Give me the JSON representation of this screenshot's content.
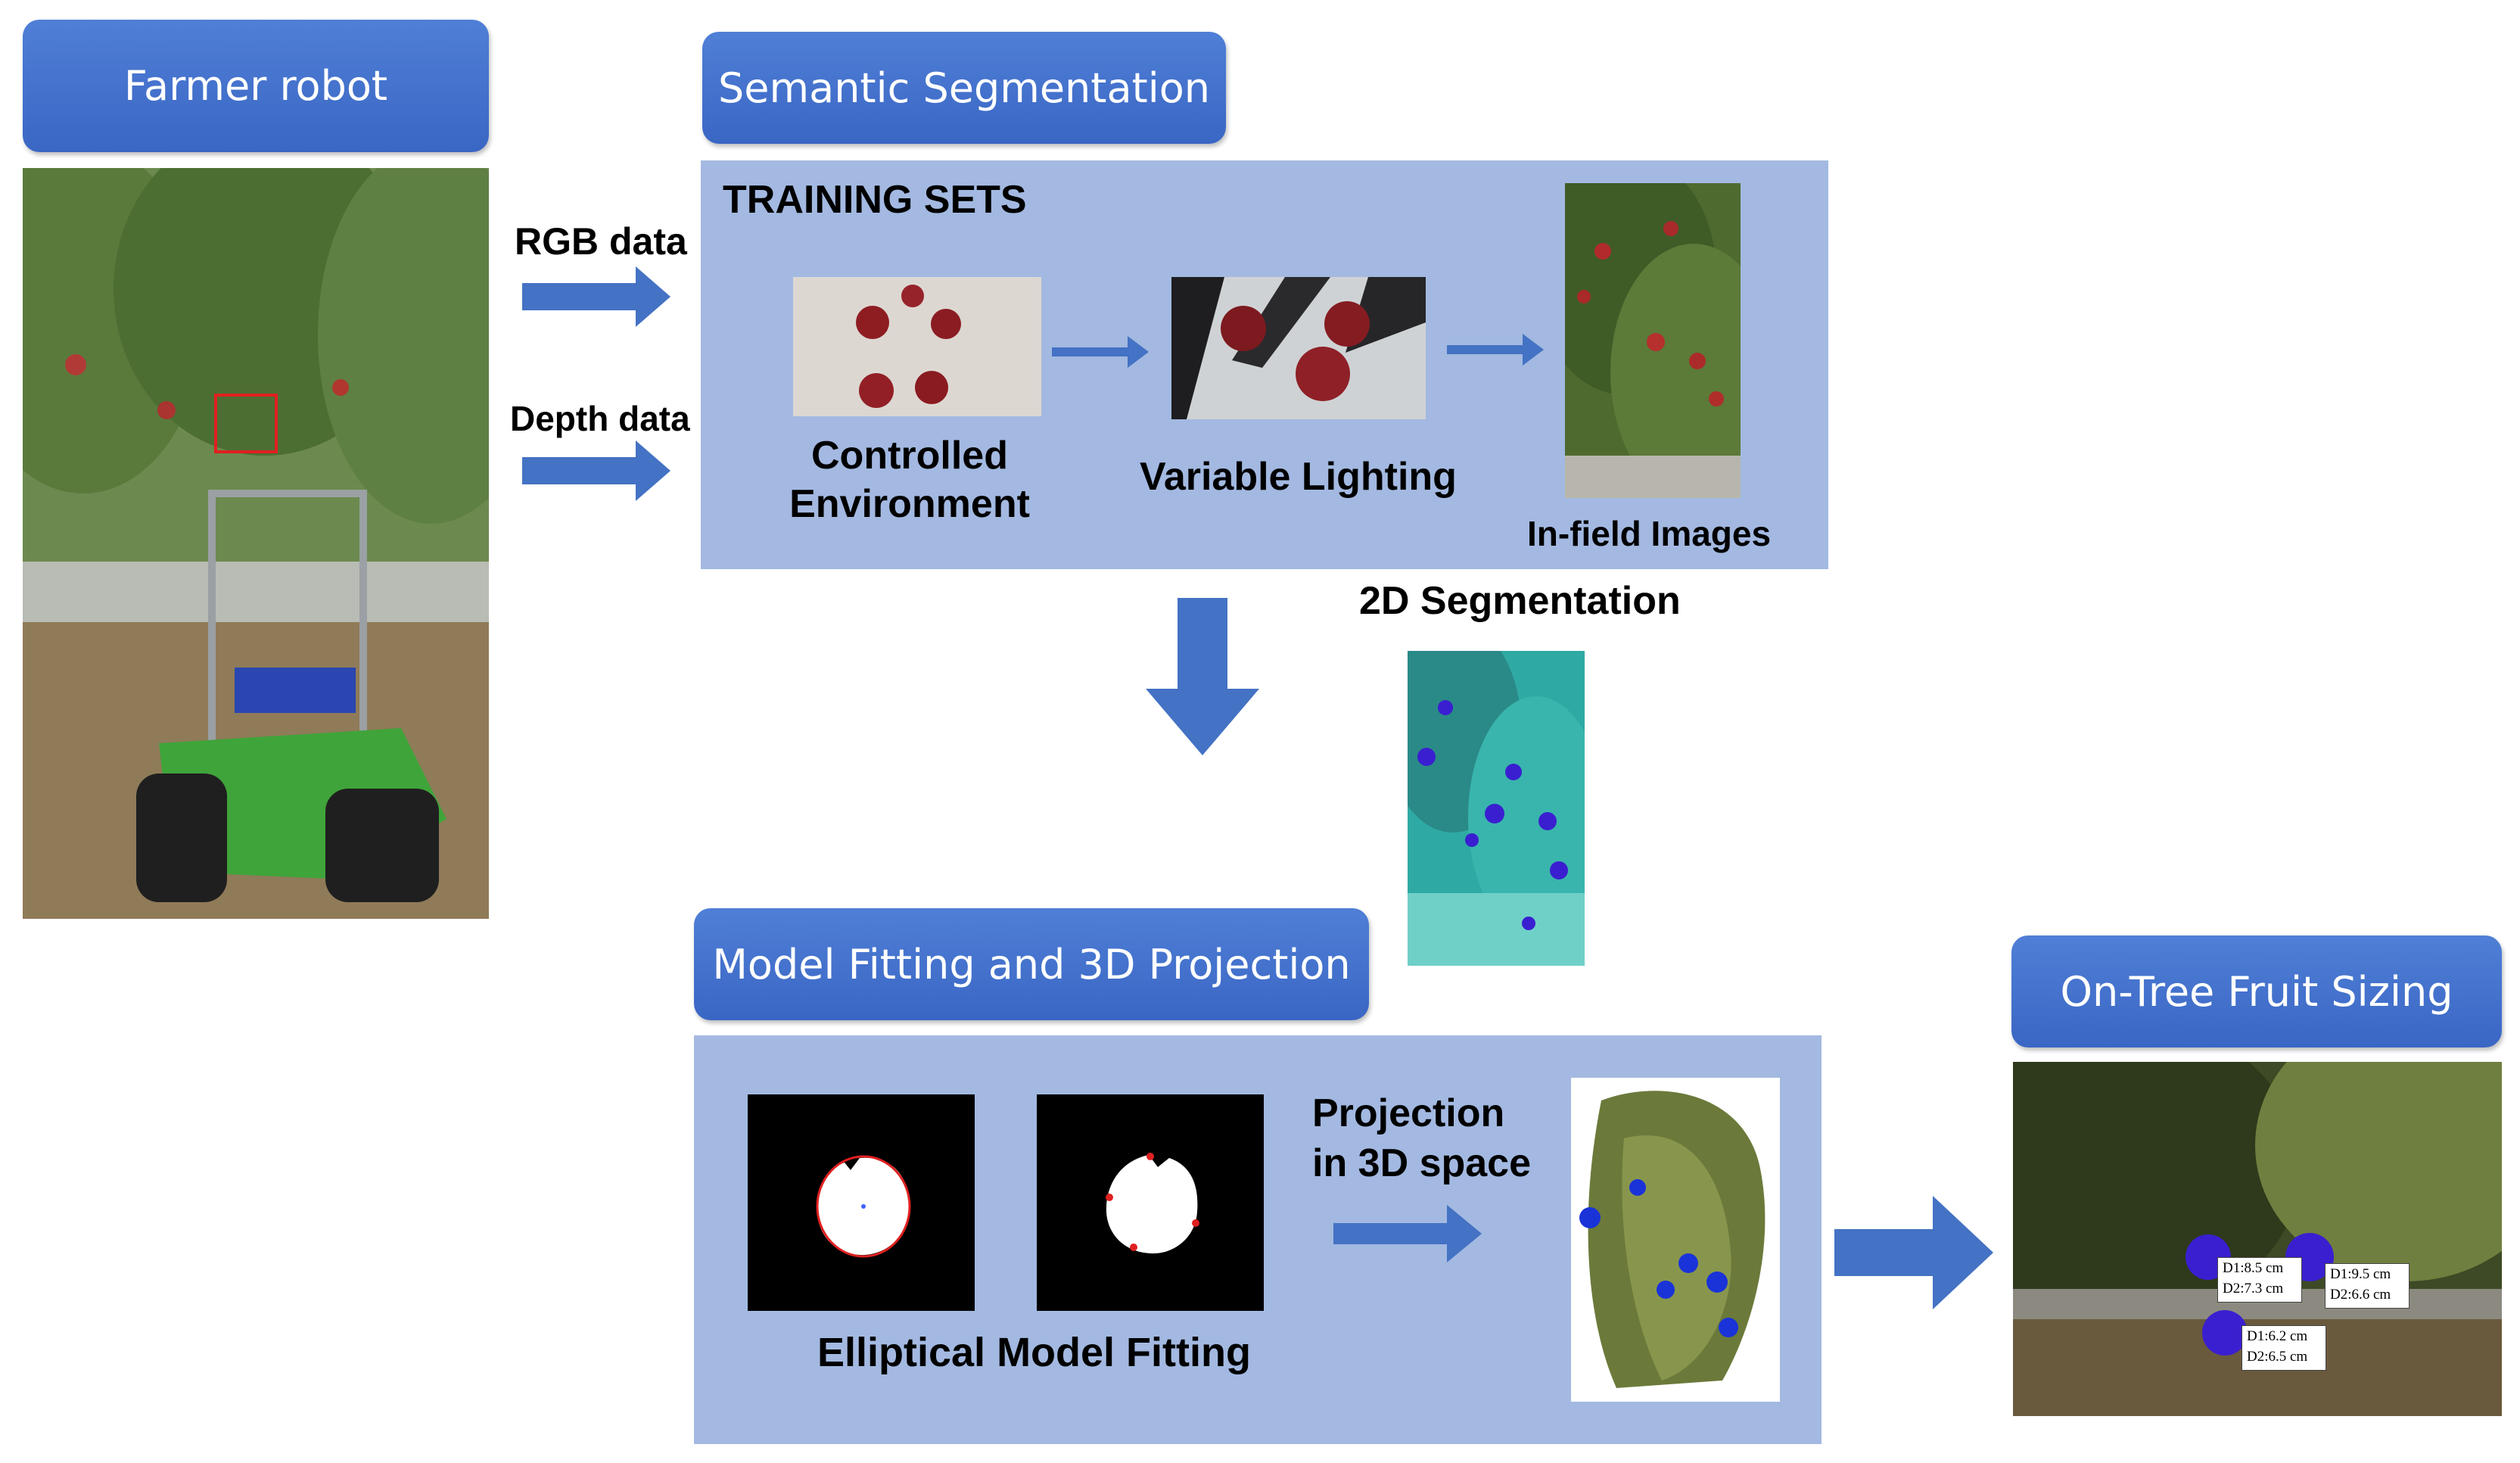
{
  "titles": {
    "farmer_robot": "Farmer robot",
    "semantic_segmentation": "Semantic Segmentation",
    "model_fitting": "Model Fitting and 3D Projection",
    "fruit_sizing": "On-Tree Fruit Sizing"
  },
  "inputs": {
    "rgb": "RGB data",
    "depth": "Depth data"
  },
  "training": {
    "heading": "TRAINING SETS",
    "controlled_line1": "Controlled",
    "controlled_line2": "Environment",
    "variable_lighting": "Variable Lighting",
    "infield": "In-field Images"
  },
  "segmentation_2d": "2D Segmentation",
  "fitting": {
    "elliptical": "Elliptical Model Fitting",
    "projection_line1": "Projection",
    "projection_line2": "in 3D space"
  },
  "sizing_labels": [
    {
      "d1": "D1:8.5 cm",
      "d2": "D2:7.3 cm"
    },
    {
      "d1": "D1:9.5 cm",
      "d2": "D2:6.6 cm"
    },
    {
      "d1": "D1:6.2 cm",
      "d2": "D2:6.5 cm"
    }
  ],
  "colors": {
    "title_blue": "#3f6fcc",
    "panel_blue": "#a3b9e1",
    "arrow_blue": "#4472c4",
    "fruit_purple": "#3a1fd0"
  }
}
